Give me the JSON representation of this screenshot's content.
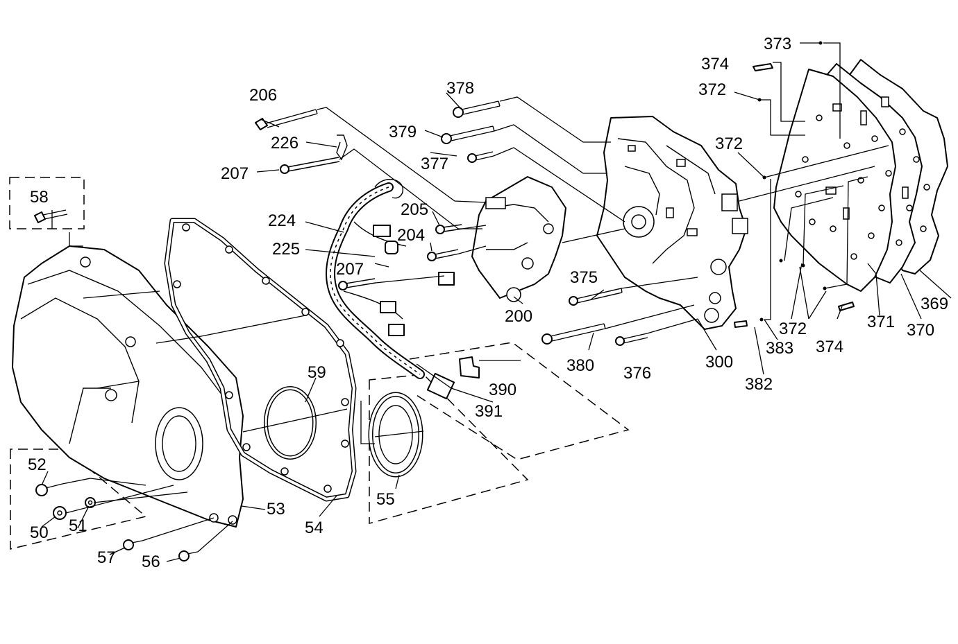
{
  "labels": {
    "l369": "369",
    "l370": "370",
    "l371": "371",
    "l372a": "372",
    "l372b": "372",
    "l372c": "372",
    "l373": "373",
    "l374a": "374",
    "l374b": "374",
    "l375": "375",
    "l376": "376",
    "l377": "377",
    "l378": "378",
    "l379": "379",
    "l380": "380",
    "l382": "382",
    "l383": "383",
    "l390": "390",
    "l391": "391",
    "l300": "300",
    "l200": "200",
    "l204": "204",
    "l205": "205",
    "l206": "206",
    "l207a": "207",
    "l207b": "207",
    "l224": "224",
    "l225": "225",
    "l226": "226",
    "l50": "50",
    "l51": "51",
    "l52": "52",
    "l53": "53",
    "l54": "54",
    "l55": "55",
    "l56": "56",
    "l57": "57",
    "l58": "58",
    "l59": "59"
  }
}
